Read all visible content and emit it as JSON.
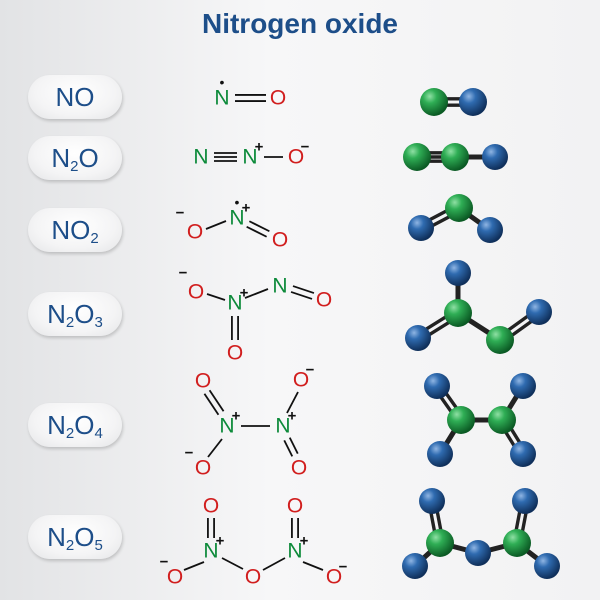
{
  "title": "Nitrogen oxide",
  "colors": {
    "title": "#1d4e89",
    "nitrogen_text": "#0d8a3a",
    "oxygen_text": "#d11e1e",
    "nitrogen_ball": "#1e8a3c",
    "oxygen_ball": "#1a4f8a",
    "bond": "#222222"
  },
  "molecules": [
    {
      "base": "NO",
      "parts": [
        {
          "t": "N"
        },
        {
          "t": "O"
        }
      ]
    },
    {
      "base": "N2O",
      "parts": [
        {
          "t": "N"
        },
        {
          "t": "2",
          "sub": true
        },
        {
          "t": "O"
        }
      ]
    },
    {
      "base": "NO2",
      "parts": [
        {
          "t": "N"
        },
        {
          "t": "O"
        },
        {
          "t": "2",
          "sub": true
        }
      ]
    },
    {
      "base": "N2O3",
      "parts": [
        {
          "t": "N"
        },
        {
          "t": "2",
          "sub": true
        },
        {
          "t": "O"
        },
        {
          "t": "3",
          "sub": true
        }
      ]
    },
    {
      "base": "N2O4",
      "parts": [
        {
          "t": "N"
        },
        {
          "t": "2",
          "sub": true
        },
        {
          "t": "O"
        },
        {
          "t": "4",
          "sub": true
        }
      ]
    },
    {
      "base": "N2O5",
      "parts": [
        {
          "t": "N"
        },
        {
          "t": "2",
          "sub": true
        },
        {
          "t": "O"
        },
        {
          "t": "5",
          "sub": true
        }
      ]
    }
  ],
  "atom_symbols": {
    "nitrogen": "N",
    "oxygen": "O"
  },
  "charges": {
    "plus": "+",
    "minus": "−",
    "radical": "•"
  }
}
